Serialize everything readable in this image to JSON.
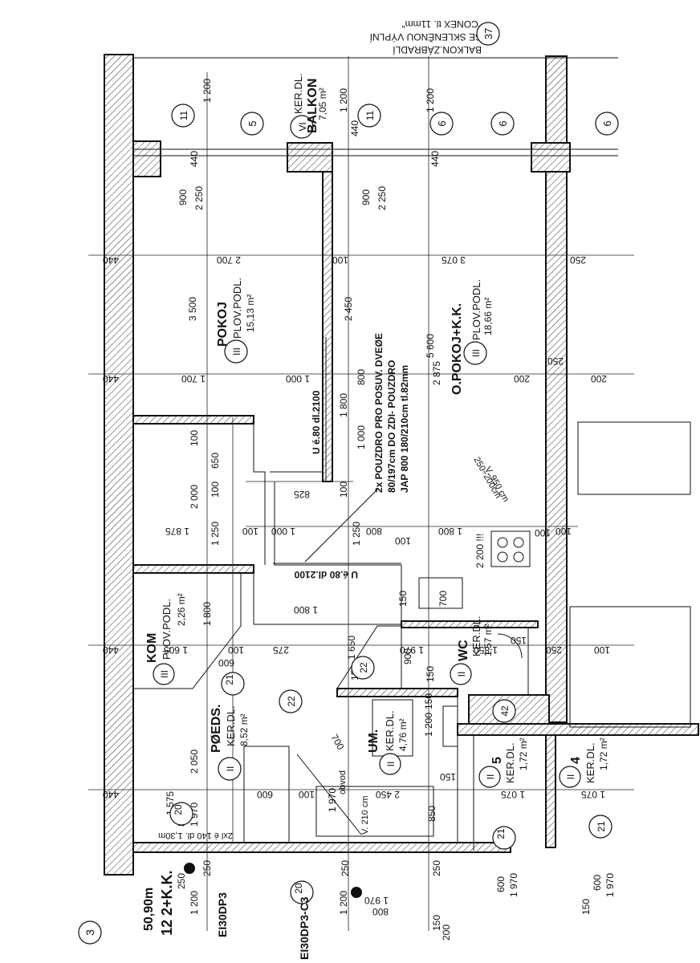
{
  "header": {
    "glazing_lines": [
      "BALKON.ZÁBRADLÍ",
      "SE SKLENĚNOU VÝPLNÍ",
      "\"CONEX tl. 11mm\""
    ],
    "detail_ref": "37"
  },
  "footer": {
    "unit_area": "50,90m",
    "unit_label": "12  2+K.K.",
    "door_code_1": "EI30DP3",
    "door_code_2": "EI30DP3-C3",
    "axis_ref": "3"
  },
  "rooms": [
    {
      "code": "VI",
      "floor": "KER.DL.",
      "name": "BALKON",
      "area": "7,05 m²"
    },
    {
      "code": "III",
      "floor": "PLOV.PODL.",
      "name": "POKOJ",
      "area": "15,13 m²"
    },
    {
      "code": "III",
      "floor": "PLOV.PODL.",
      "name": "O.POKOJ+K.K.",
      "area": "18,66 m²"
    },
    {
      "code": "III",
      "floor": "PLOV.PODL.",
      "name": "KOM",
      "area": "2,26 m²"
    },
    {
      "code": "II",
      "floor": "KER.DL.",
      "name": "PØEDS.",
      "area": "8,52 m²"
    },
    {
      "code": "II",
      "floor": "KER.DL.",
      "name": "UM.",
      "area": "4,76 m²"
    },
    {
      "code": "II",
      "floor": "KER.DL.",
      "name": "WC",
      "area": "1,57 m²"
    },
    {
      "code": "II",
      "floor": "KER.DL.",
      "name": "5",
      "area": "1,72 m²"
    },
    {
      "code": "II",
      "floor": "KER.DL.",
      "name": "4",
      "area": "1,72 m²"
    }
  ],
  "notes": {
    "pocket_door": [
      "2x POUZDRO PRO POSUV. DVEØE",
      "80/197cm DO ZDI- POUZDRO",
      "JAP 800 180/210cm tl.82mm"
    ],
    "door_u1": "U é.80 dl.2100",
    "door_u2": "U é.80 dl.2100",
    "door_note": "2xl é 140 dl. 1,30m"
  },
  "dimensions": {
    "top": [
      "1 200",
      "1 200",
      "1 200"
    ],
    "balcony": [
      "440",
      "440",
      "440",
      "900",
      "2 250",
      "900",
      "2 250"
    ],
    "row_440": [
      "440",
      "440",
      "440",
      "440"
    ],
    "room": [
      "2 700",
      "3 075",
      "100",
      "250",
      "3 500",
      "2 450",
      "5 600",
      "1 700",
      "1 000",
      "2 875",
      "200",
      "250",
      "200",
      "1 800",
      "800",
      "1 000",
      "100",
      "650",
      "2 000",
      "100",
      "825",
      "100",
      "1 875",
      "1 250",
      "100",
      "1 000",
      "1 250",
      "800",
      "1 800",
      "100",
      "2 200 !!!",
      "100",
      "1 800",
      "1 650",
      "700",
      "150",
      "150",
      "100",
      "1 605",
      "1 800",
      "275",
      "1 970",
      "1 850",
      "150",
      "250",
      "100",
      "600",
      "900",
      "150",
      "2 050",
      "1 970",
      "700",
      "1 200",
      "150",
      "1 575",
      "800",
      "1 970",
      "600",
      "100",
      "2 450",
      "850",
      "150",
      "1 075",
      "1 075",
      "250",
      "1 200",
      "250",
      "1 970",
      "800",
      "1 200",
      "250",
      "600",
      "1 970",
      "150",
      "600",
      "1 970",
      "150",
      "250",
      "200",
      "100"
    ]
  },
  "markers": [
    "11",
    "11",
    "5",
    "6",
    "6",
    "6",
    "21",
    "22",
    "22",
    "42",
    "20",
    "21",
    "21",
    "20"
  ],
  "bath_note": "V. 210 cm",
  "bath_label": "obvod",
  "kitchen_note": "250÷200cm",
  "kitchen_note_2": "V. 950 cm"
}
